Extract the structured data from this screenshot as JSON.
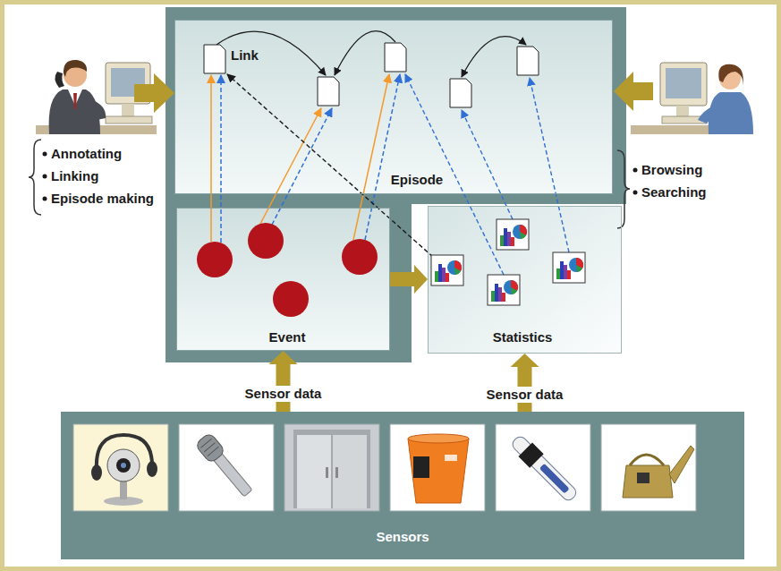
{
  "diagram": {
    "nodes": [
      {
        "text": [
          "Episode"
        ]
      },
      {
        "text": [
          "Event"
        ]
      },
      {
        "text": [
          "Statistics"
        ]
      },
      {
        "text": [
          "Sensors"
        ]
      }
    ],
    "edges": [
      {
        "from": 3,
        "to": 1,
        "label": "Sensor data",
        "arrow": "to"
      },
      {
        "from": 3,
        "to": 2,
        "label": "Sensor data",
        "arrow": "to"
      },
      {
        "from": 1,
        "to": 2,
        "arrow": "to"
      }
    ],
    "labels": [
      "Link",
      "Annotating",
      "Linking",
      "Episode making",
      "Browsing",
      "Searching"
    ]
  }
}
